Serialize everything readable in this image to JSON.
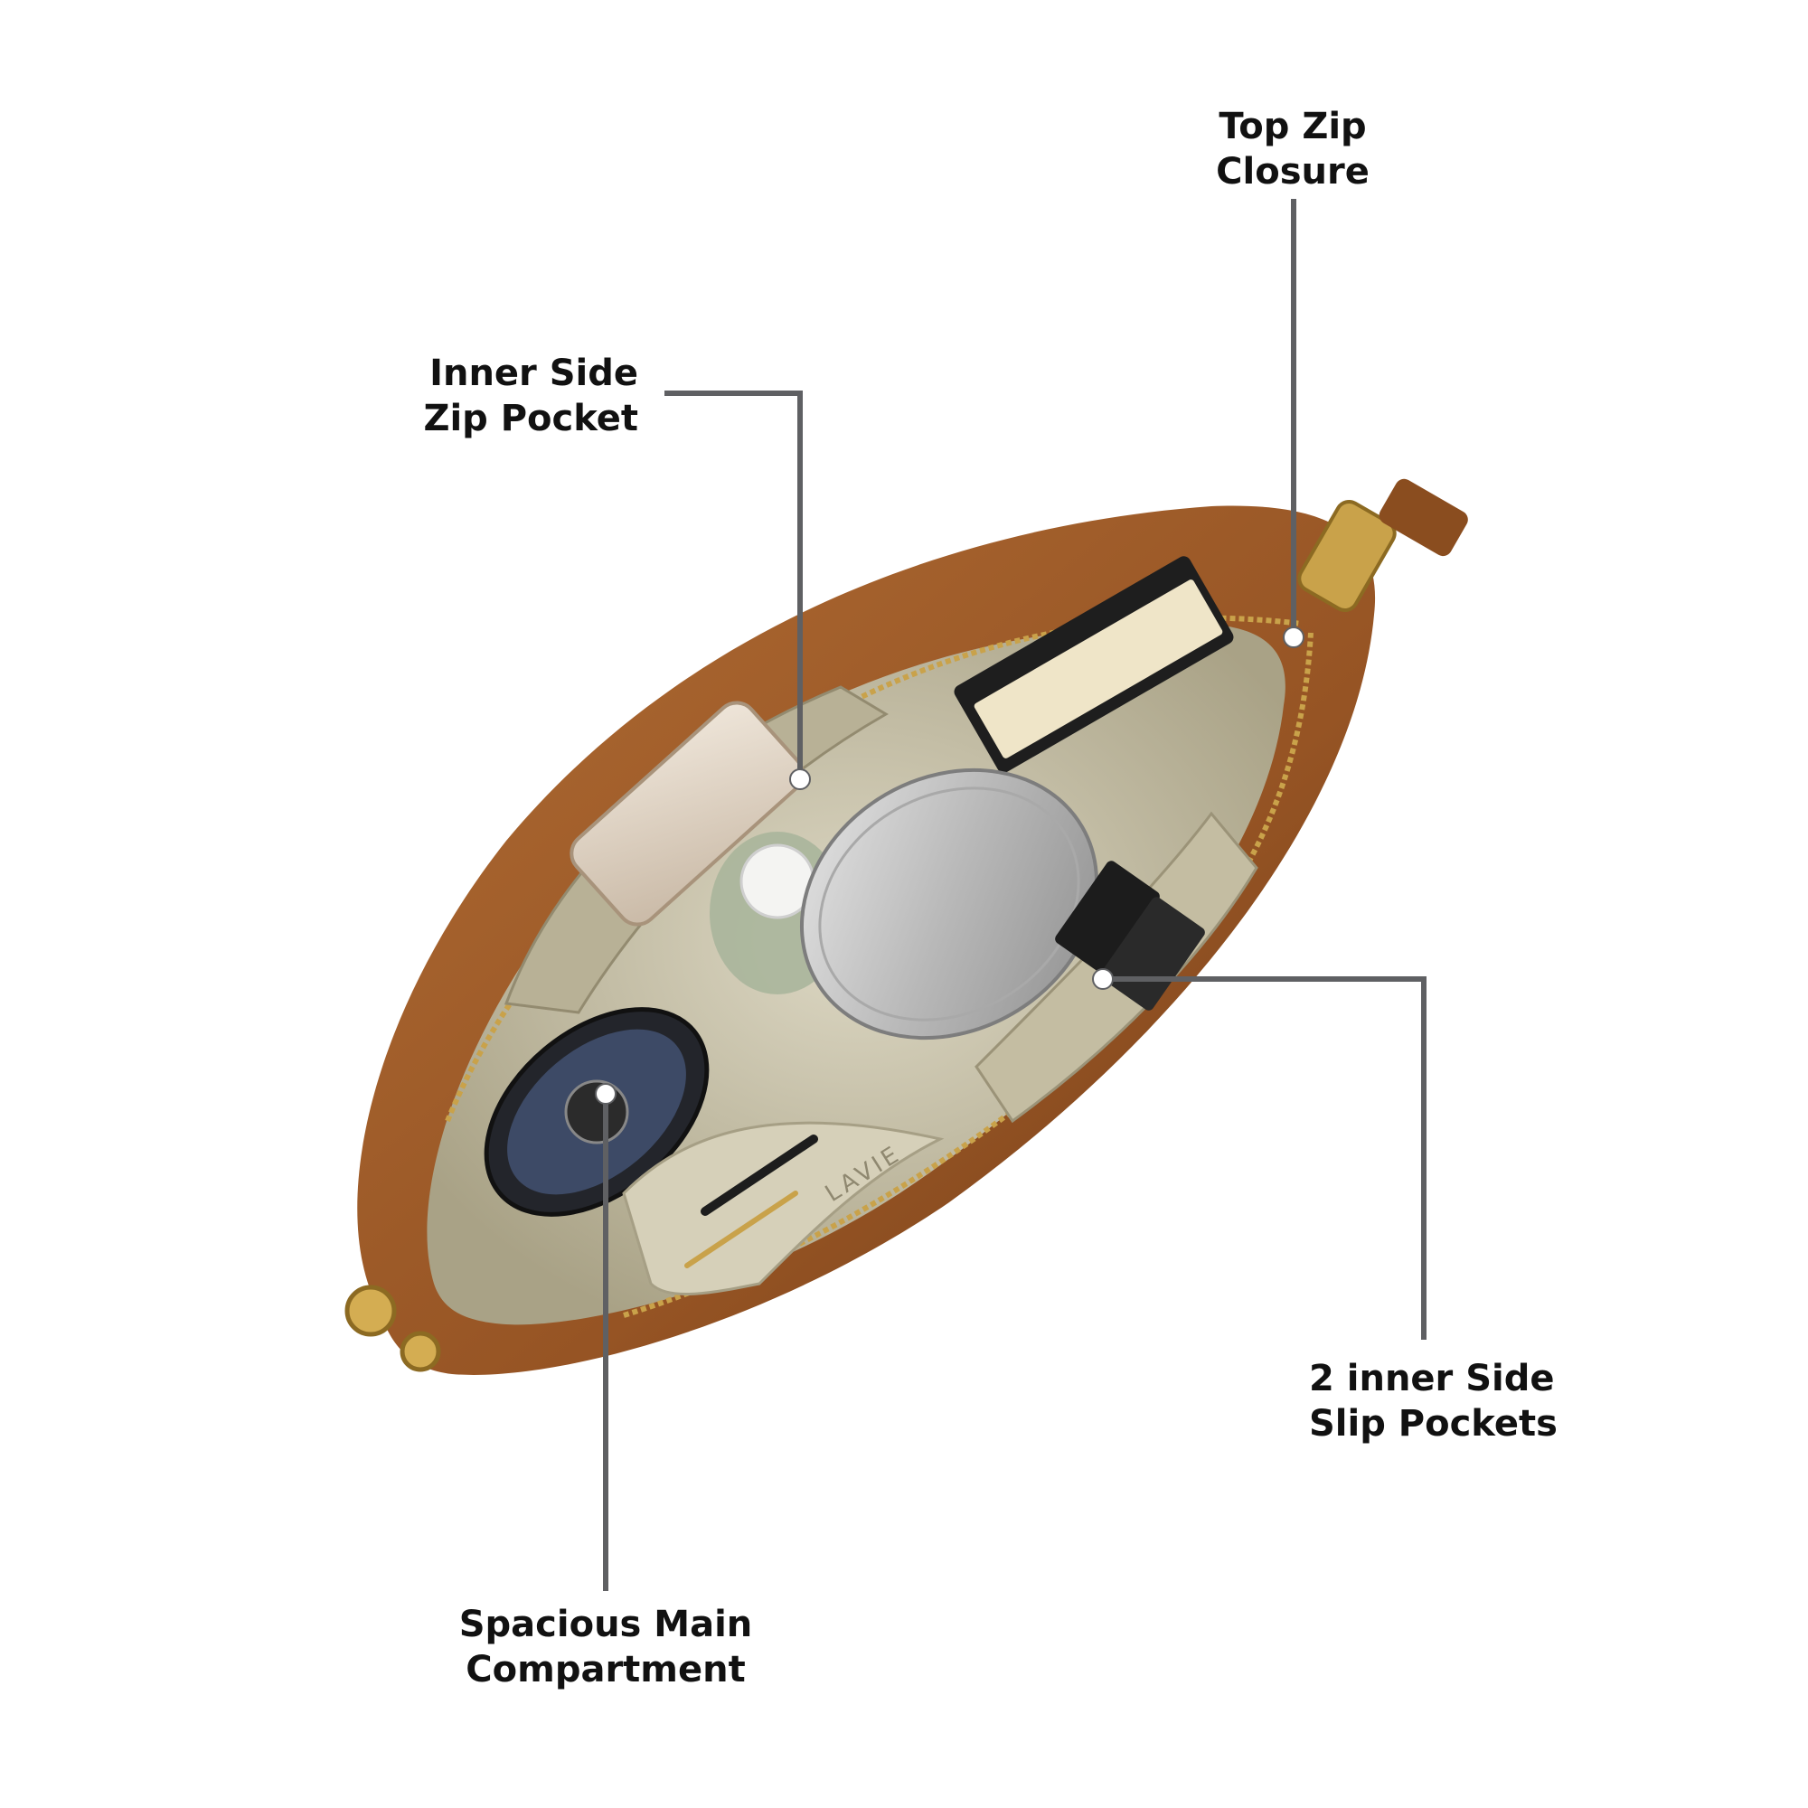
{
  "colors": {
    "background": "#ffffff",
    "leader_line": "#5f6063",
    "label_text": "#111111",
    "bag_leather": "#9a5a28",
    "bag_leather_dark": "#6e3c17",
    "lining": "#c9c3ac",
    "zipper_gold": "#c9a24a"
  },
  "product_image": {
    "brand_mark": "LAVIE",
    "icon": "handbag-interior-icon"
  },
  "callouts": {
    "top_zip": {
      "line1": "Top Zip",
      "line2": "Closure"
    },
    "inner_zip_pocket": {
      "line1": "Inner Side",
      "line2": "Zip Pocket"
    },
    "slip_pockets": {
      "line1": "2 inner Side",
      "line2": "Slip Pockets"
    },
    "main_compartment": {
      "line1": "Spacious Main",
      "line2": "Compartment"
    }
  }
}
